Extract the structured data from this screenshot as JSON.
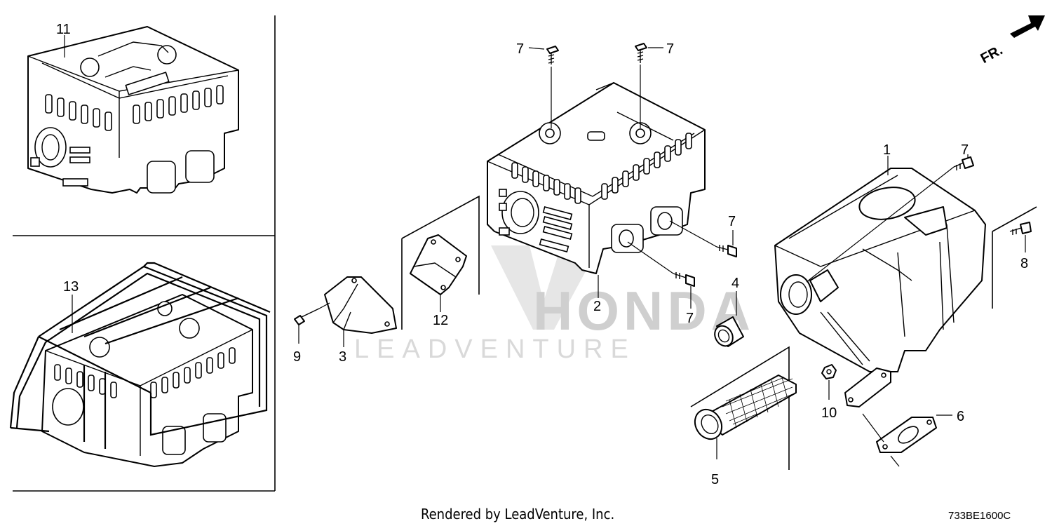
{
  "diagram": {
    "watermark": {
      "brand": "HONDA",
      "sub": "LEADVENTURE"
    },
    "direction_label": "FR.",
    "footer_credit": "Rendered by LeadVenture, Inc.",
    "diagram_code": "733BE1600C",
    "callouts": {
      "c1": "1",
      "c2": "2",
      "c3": "3",
      "c4": "4",
      "c5": "5",
      "c6": "6",
      "c7a": "7",
      "c7b": "7",
      "c7c": "7",
      "c7d": "7",
      "c7e": "7",
      "c8": "8",
      "c9": "9",
      "c10": "10",
      "c11": "11",
      "c12": "12",
      "c13": "13"
    }
  }
}
